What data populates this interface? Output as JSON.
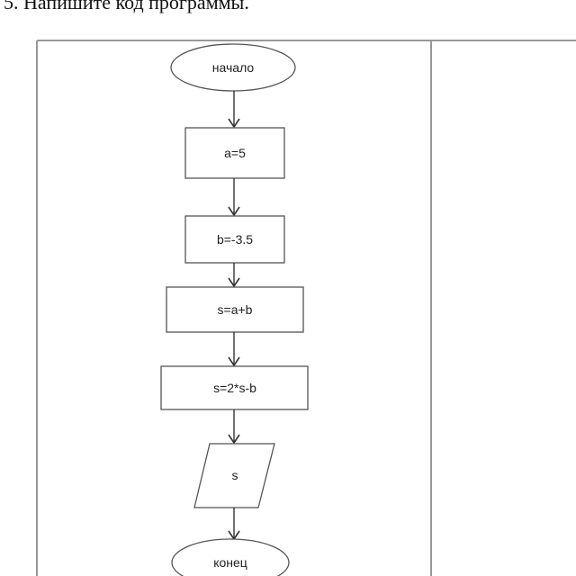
{
  "header": {
    "task_text": "5. Напишите код программы."
  },
  "flowchart": {
    "start_label": "начало",
    "step1_label": "a=5",
    "step2_label": "b=-3.5",
    "step3_label": "s=a+b",
    "step4_label": "s=2*s-b",
    "output_label": "s",
    "end_label": "конец"
  }
}
